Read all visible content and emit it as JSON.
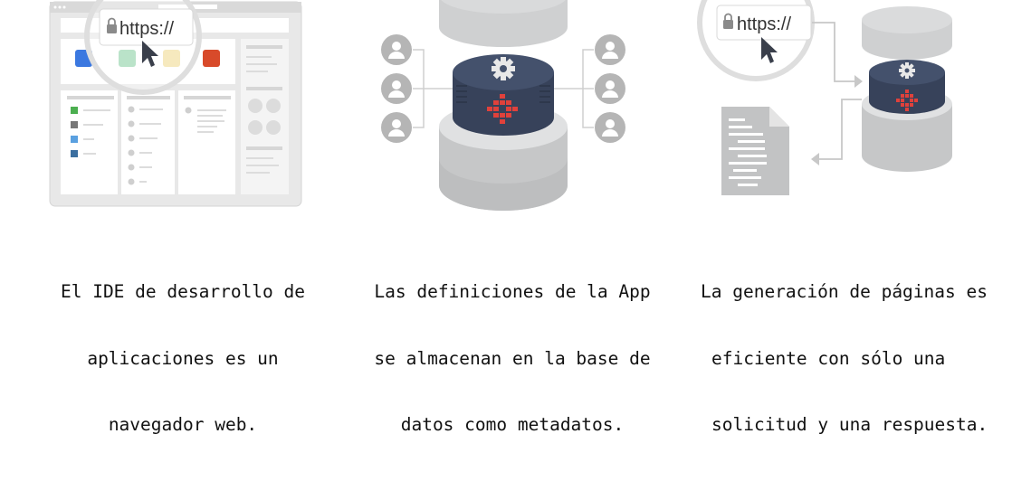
{
  "panels": [
    {
      "illustration_icon": "browser-ide-icon",
      "url_text": "https://",
      "caption_lines": [
        "El IDE de desarrollo de",
        "aplicaciones es un",
        "navegador web."
      ]
    },
    {
      "illustration_icon": "database-metadata-icon",
      "caption_lines": [
        "Las definiciones de la App",
        "se almacenan en la base de",
        "datos como metadatos."
      ]
    },
    {
      "illustration_icon": "request-response-icon",
      "url_text": "https://",
      "caption_lines": [
        "La generación de páginas es",
        "eficiente con sólo una",
        "solicitud y una respuesta."
      ]
    }
  ],
  "colors": {
    "db_dark": "#3a4660",
    "db_grey": "#c9cacb",
    "accent_red": "#e0413b",
    "user_grey": "#b5b5b5"
  }
}
